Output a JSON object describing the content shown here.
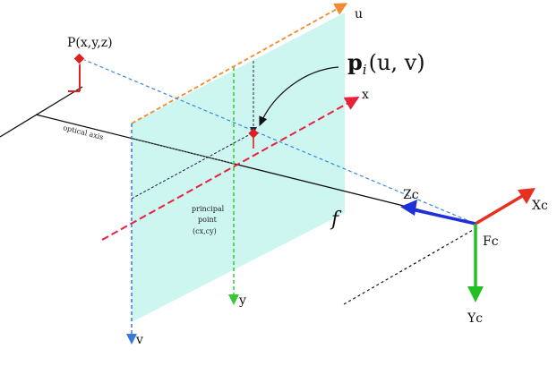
{
  "labels": {
    "point_world": "P(x,y,z)",
    "image_point_prefix": "p",
    "image_point_index": "i",
    "image_point_coords": "(u, v)",
    "optical_axis": "optical axis",
    "axis_u": "u",
    "axis_v": "v",
    "axis_x": "x",
    "axis_y": "y",
    "principal_line1": "principal",
    "principal_line2": "point",
    "principal_line3": "(cx,cy)",
    "focal_length": "f",
    "camera_frame": "Fc",
    "camera_xc": "Xc",
    "camera_yc": "Yc",
    "camera_zc": "Zc"
  },
  "colors": {
    "image_plane": "#c8f5ee",
    "u_axis": "#f28a2e",
    "v_axis": "#3a78d8",
    "x_axis": "#e8203c",
    "y_axis": "#36c836",
    "projection_ray": "#3a86e0",
    "point_marker": "#e02020",
    "xc_arrow": "#e83020",
    "yc_arrow": "#22c022",
    "zc_arrow": "#2030d8",
    "axis_line": "#111111"
  }
}
